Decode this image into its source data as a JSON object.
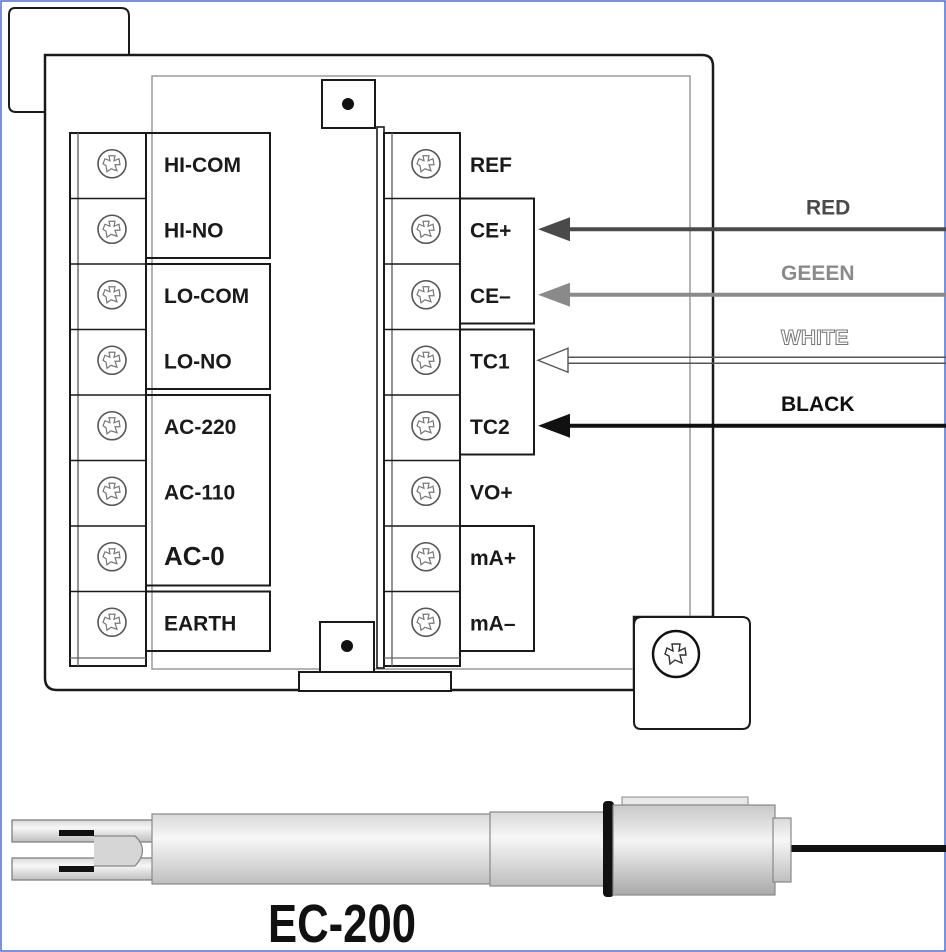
{
  "left_terminals": [
    "HI-COM",
    "HI-NO",
    "LO-COM",
    "LO-NO",
    "AC-220",
    "AC-110",
    "AC-0",
    "EARTH"
  ],
  "right_terminals": [
    "REF",
    "CE+",
    "CE–",
    "TC1",
    "TC2",
    "VO+",
    "mA+",
    "mA–"
  ],
  "wires": [
    {
      "label": "RED",
      "color": "#4a4a4a",
      "arrow": "filled"
    },
    {
      "label": "GEEEN",
      "color": "#8a8a8a",
      "arrow": "filled"
    },
    {
      "label": "WHITE",
      "color": "#ffffff",
      "arrow": "hollow"
    },
    {
      "label": "BLACK",
      "color": "#111111",
      "arrow": "filled"
    }
  ],
  "probe": {
    "model": "EC-200"
  },
  "icons": [
    "screw-icon",
    "mounting-hole-icon"
  ]
}
